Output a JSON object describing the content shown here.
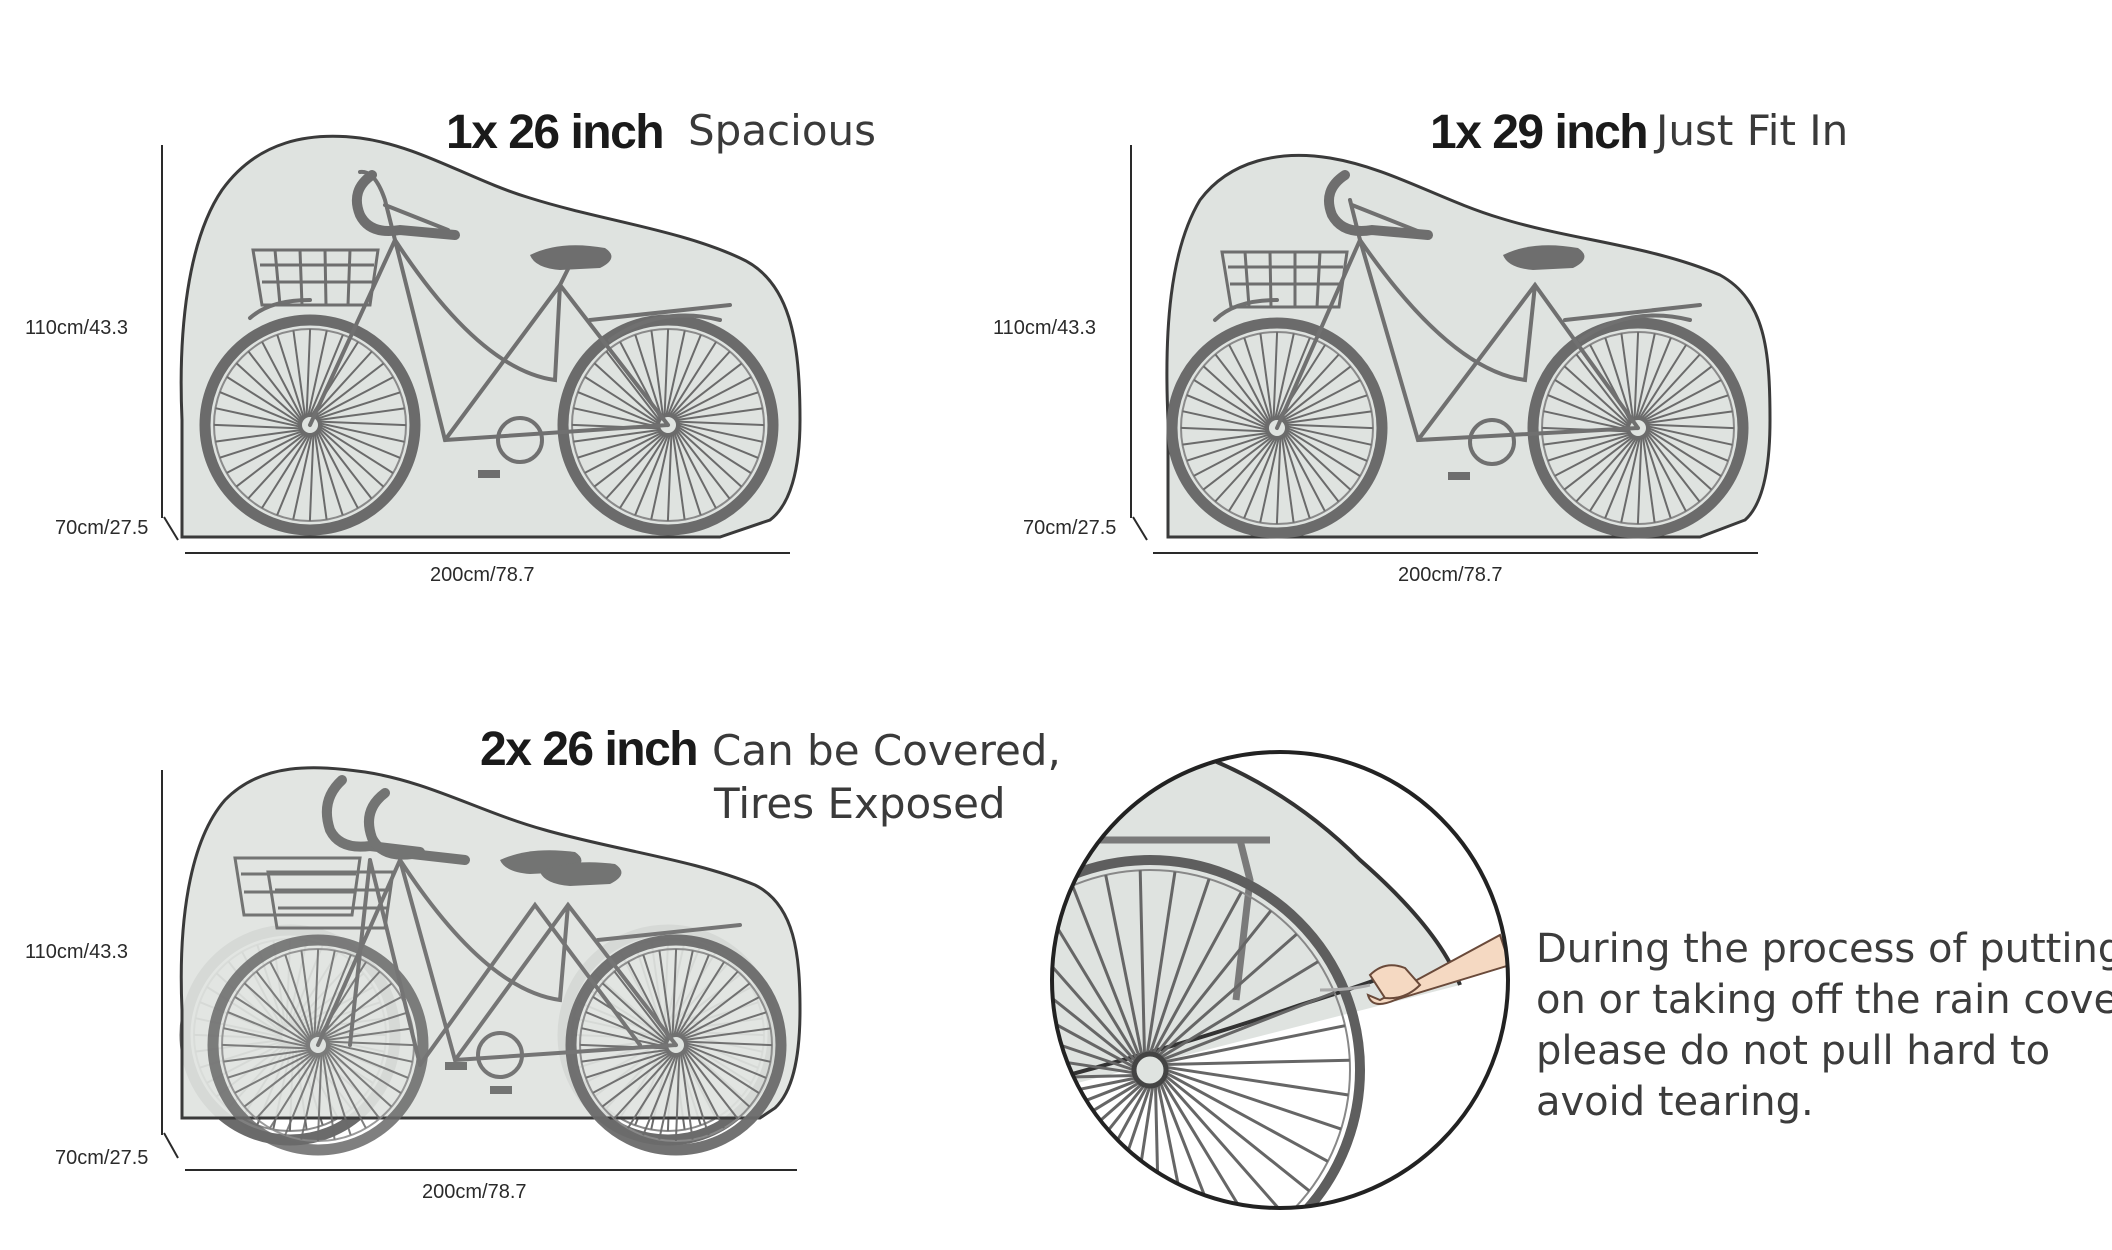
{
  "panels": [
    {
      "title_bold": "1x 26 inch",
      "title_light": "Spacious",
      "height_label": "110cm/43.3",
      "depth_label": "70cm/27.5",
      "length_label": "200cm/78.7"
    },
    {
      "title_bold": "1x 29 inch",
      "title_light": "Just Fit In",
      "height_label": "110cm/43.3",
      "depth_label": "70cm/27.5",
      "length_label": "200cm/78.7"
    },
    {
      "title_bold": "2x 26 inch",
      "title_light_line1": "Can be Covered,",
      "title_light_line2": "Tires Exposed",
      "height_label": "110cm/43.3",
      "depth_label": "70cm/27.5",
      "length_label": "200cm/78.7"
    }
  ],
  "note_lines": [
    "During the process of putting",
    "on or taking off the rain cover,",
    "please do not pull hard to",
    "avoid tearing."
  ],
  "colors": {
    "cover_fill": "#dfe3e0",
    "cover_stroke": "#3a3a3a",
    "bike_gray": "#6e6e6e",
    "text": "#2a2a2a"
  }
}
